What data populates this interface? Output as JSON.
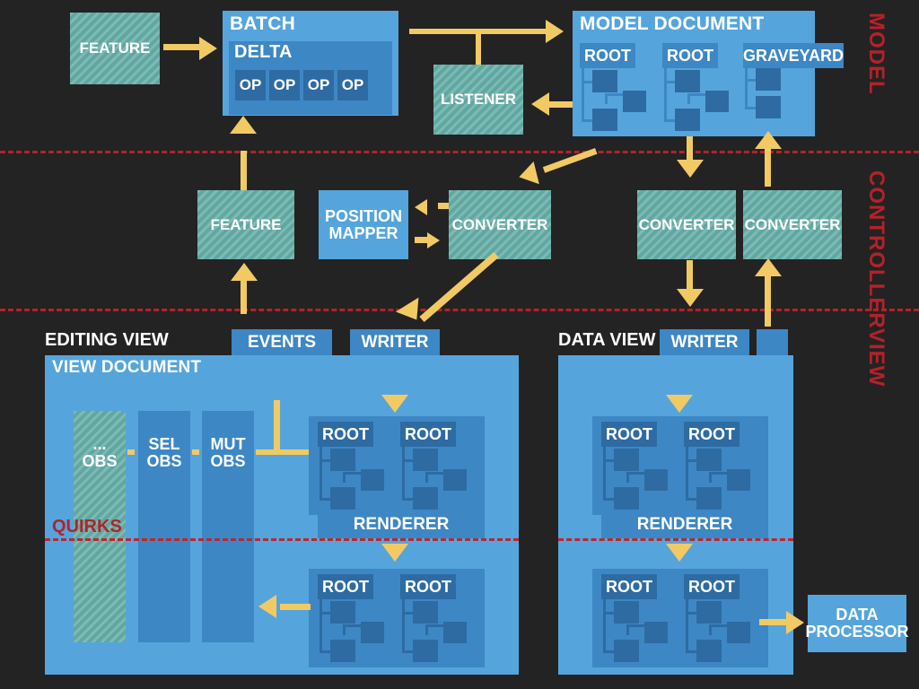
{
  "layers": [
    {
      "name": "MODEL"
    },
    {
      "name": "CONTROLLER"
    },
    {
      "name": "VIEW"
    }
  ],
  "model": {
    "feature_label": "FEATURE",
    "batch": {
      "title": "BATCH",
      "delta_title": "DELTA",
      "ops": [
        "OP",
        "OP",
        "OP",
        "OP"
      ]
    },
    "listener_label": "LISTENER",
    "model_document": {
      "title": "MODEL DOCUMENT",
      "sections": [
        "ROOT",
        "ROOT",
        "GRAVEYARD"
      ]
    }
  },
  "controller": {
    "feature_label": "FEATURE",
    "position_mapper_label": "POSITION\nMAPPER",
    "position_mapper_line1": "POSITION",
    "position_mapper_line2": "MAPPER",
    "converter_editing_label": "CONVERTER",
    "converter_data_1_label": "CONVERTER",
    "converter_data_2_label": "CONVERTER"
  },
  "view": {
    "editing": {
      "title": "EDITING VIEW",
      "document_title": "VIEW DOCUMENT",
      "events_label": "EVENTS",
      "writer_label": "WRITER",
      "renderer_label": "RENDERER",
      "quirks_label": "QUIRKS",
      "observers": [
        {
          "line1": "...",
          "line2": "OBS",
          "style": "hatched"
        },
        {
          "line1": "SEL",
          "line2": "OBS",
          "style": "solid"
        },
        {
          "line1": "MUT",
          "line2": "OBS",
          "style": "solid"
        }
      ],
      "upper_roots": [
        "ROOT",
        "ROOT"
      ],
      "lower_roots": [
        "ROOT",
        "ROOT"
      ]
    },
    "data": {
      "title": "DATA VIEW",
      "writer_label": "WRITER",
      "extra_box_label": "",
      "renderer_label": "RENDERER",
      "upper_roots": [
        "ROOT",
        "ROOT"
      ],
      "lower_roots": [
        "ROOT",
        "ROOT"
      ],
      "data_processor_line1": "DATA",
      "data_processor_line2": "PROCESSOR"
    }
  },
  "colors": {
    "background": "#232323",
    "blue_light": "#55a5dc",
    "blue_mid": "#3d87c4",
    "blue_dark": "#2e6ba3",
    "teal_hatched": "#5fa8a1",
    "arrow_yellow": "#f2ca64",
    "separator_red": "#b3222a"
  }
}
